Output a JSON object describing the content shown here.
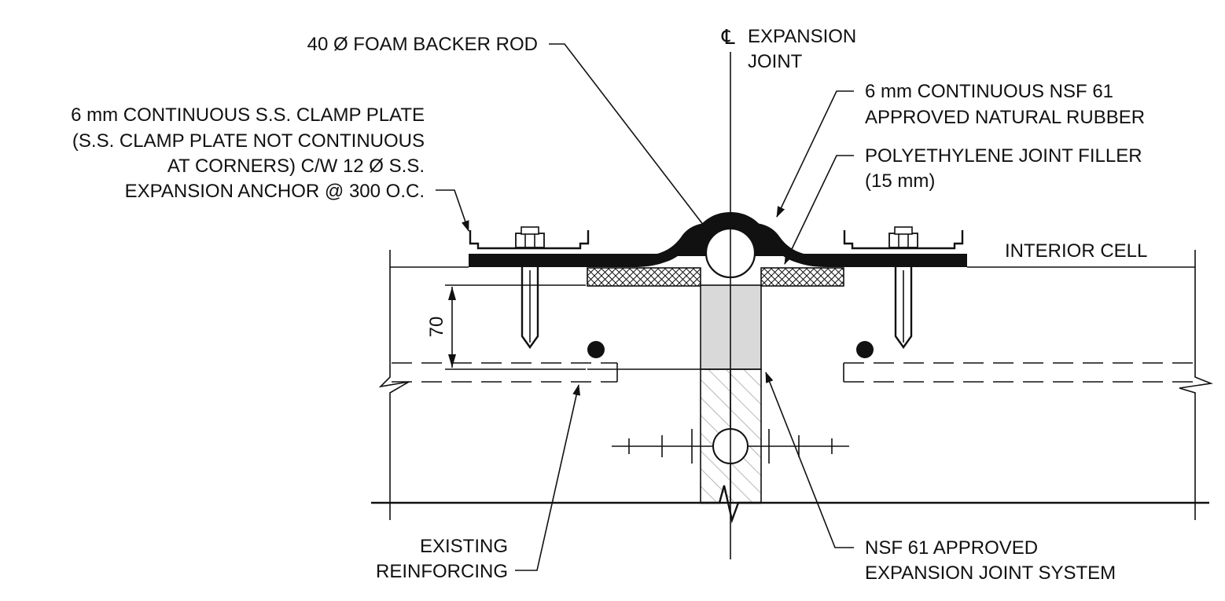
{
  "labels": {
    "backer_rod": "40 Ø FOAM BACKER ROD",
    "cl_symbol": "℄",
    "expansion_line1": "EXPANSION",
    "expansion_line2": "JOINT",
    "rubber_line1": "6 mm CONTINUOUS NSF 61",
    "rubber_line2": "APPROVED NATURAL RUBBER",
    "filler_line1": "POLYETHYLENE JOINT FILLER",
    "filler_line2": "(15 mm)",
    "clamp_line1": "6 mm CONTINUOUS S.S. CLAMP PLATE",
    "clamp_line2": "(S.S. CLAMP PLATE NOT CONTINUOUS",
    "clamp_line3": "AT CORNERS)  C/W 12 Ø S.S.",
    "clamp_line4": "EXPANSION ANCHOR @ 300 O.C.",
    "interior_cell": "INTERIOR CELL",
    "dimension": "70",
    "reinforcing_line1": "EXISTING",
    "reinforcing_line2": "REINFORCING",
    "system_line1": "NSF 61 APPROVED",
    "system_line2": "EXPANSION JOINT SYSTEM"
  },
  "colors": {
    "line": "#111111",
    "joint_fill": "#d9d9d9",
    "background": "#ffffff"
  }
}
